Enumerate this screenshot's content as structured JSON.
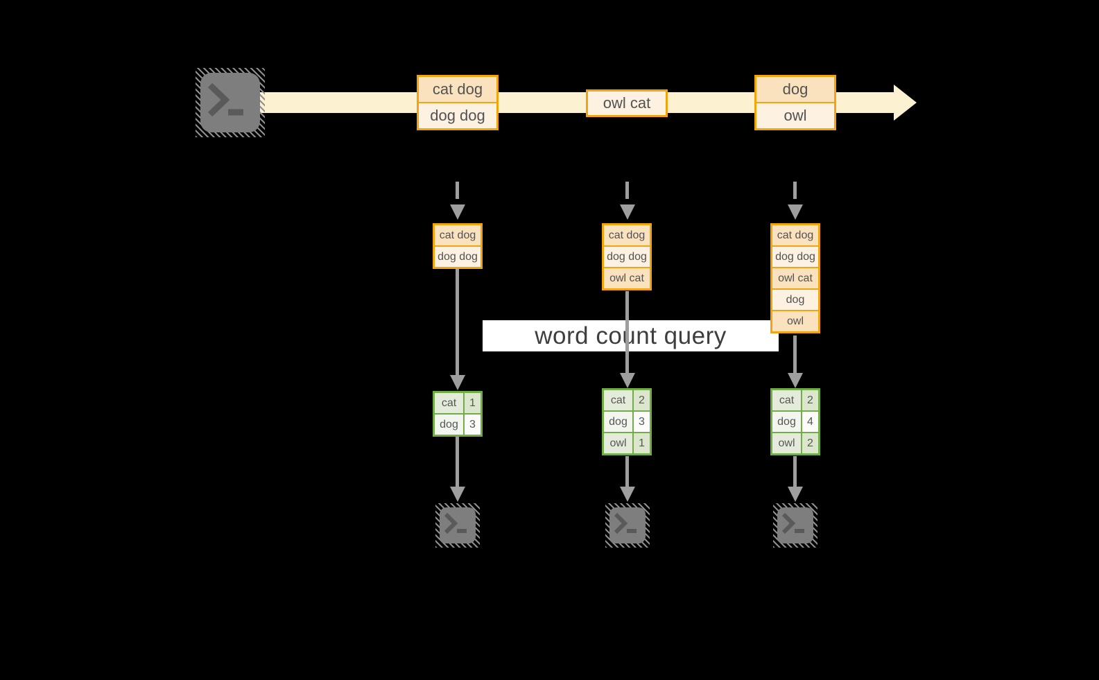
{
  "background": "#000000",
  "palette": {
    "stream_band": "#FCF2D1",
    "event_border": "#F1A40B",
    "event_fill_dark": "#FBE2BE",
    "event_fill_light": "#FDF1E2",
    "result_border": "#70AD47",
    "result_fill_dark": "#E4EBDA",
    "result_fill_light": "#F3F6EF",
    "arrow_gray": "#9E9E9E",
    "terminal_gray": "#7E7E7E",
    "query_bg": "#FFFFFF"
  },
  "stream": {
    "events": [
      {
        "lines": [
          "cat dog",
          "dog dog"
        ]
      },
      {
        "lines": [
          "owl cat"
        ]
      },
      {
        "lines": [
          "dog",
          "owl"
        ]
      }
    ]
  },
  "query": {
    "label": "word count query"
  },
  "columns": [
    {
      "state": [
        "cat dog",
        "dog dog"
      ],
      "counts": [
        {
          "word": "cat",
          "value": "1"
        },
        {
          "word": "dog",
          "value": "3"
        }
      ]
    },
    {
      "state": [
        "cat dog",
        "dog dog",
        "owl cat"
      ],
      "counts": [
        {
          "word": "cat",
          "value": "2"
        },
        {
          "word": "dog",
          "value": "3"
        },
        {
          "word": "owl",
          "value": "1"
        }
      ]
    },
    {
      "state": [
        "cat dog",
        "dog dog",
        "owl cat",
        "dog",
        "owl"
      ],
      "counts": [
        {
          "word": "cat",
          "value": "2"
        },
        {
          "word": "dog",
          "value": "4"
        },
        {
          "word": "owl",
          "value": "2"
        }
      ]
    }
  ]
}
